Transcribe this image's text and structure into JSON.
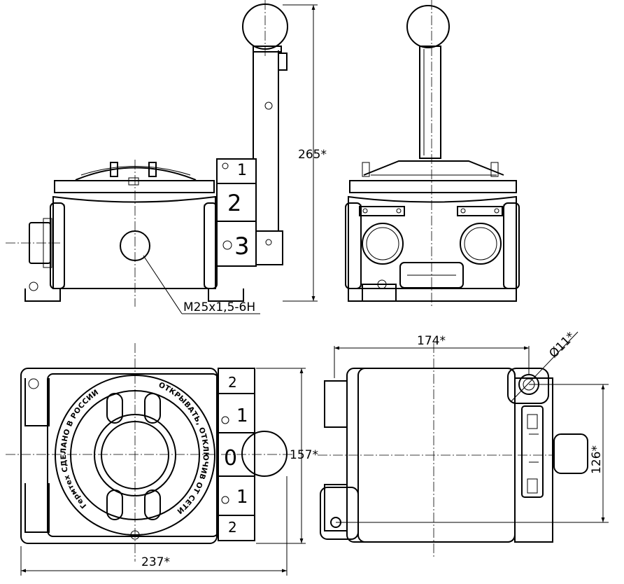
{
  "dimensions": {
    "height": "265*",
    "thread": "M25x1,5-6H",
    "length": "174*",
    "hole": "Ø11*",
    "width_top": "157*",
    "mount": "126*",
    "total_width": "237*"
  },
  "positions": {
    "side_view": [
      "1",
      "2",
      "3"
    ],
    "top_view": [
      "2",
      "1",
      "0",
      "1",
      "2"
    ]
  },
  "emblem_text": {
    "left_arc": "Гермтех СДЕЛАНО В РОССИИ",
    "right_arc": "ОТКРЫВАТЬ, ОТКЛЮЧИВ ОТ СЕТИ"
  }
}
